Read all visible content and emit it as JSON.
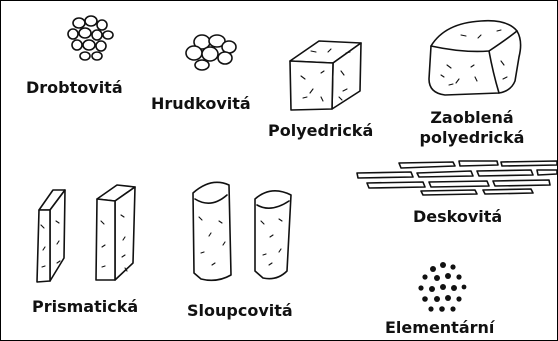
{
  "structures": [
    {
      "id": "drobtovita",
      "label": "Drobtovitá",
      "icon": "crumb-granules-icon"
    },
    {
      "id": "hrudkovita",
      "label": "Hrudkovitá",
      "icon": "lump-granules-icon"
    },
    {
      "id": "polyedricka",
      "label": "Polyedrická",
      "icon": "polyhedral-block-icon"
    },
    {
      "id": "zaoblena",
      "label_line1": "Zaoblená",
      "label_line2": "polyedrická",
      "icon": "rounded-polyhedral-block-icon"
    },
    {
      "id": "deskovita",
      "label": "Deskovitá",
      "icon": "platy-layers-icon"
    },
    {
      "id": "prismaticka",
      "label": "Prismatická",
      "icon": "prismatic-columns-icon"
    },
    {
      "id": "sloupcovita",
      "label": "Sloupcovitá",
      "icon": "columnar-rounded-icon"
    },
    {
      "id": "elementarni",
      "label": "Elementární",
      "icon": "single-grain-cluster-icon"
    }
  ]
}
